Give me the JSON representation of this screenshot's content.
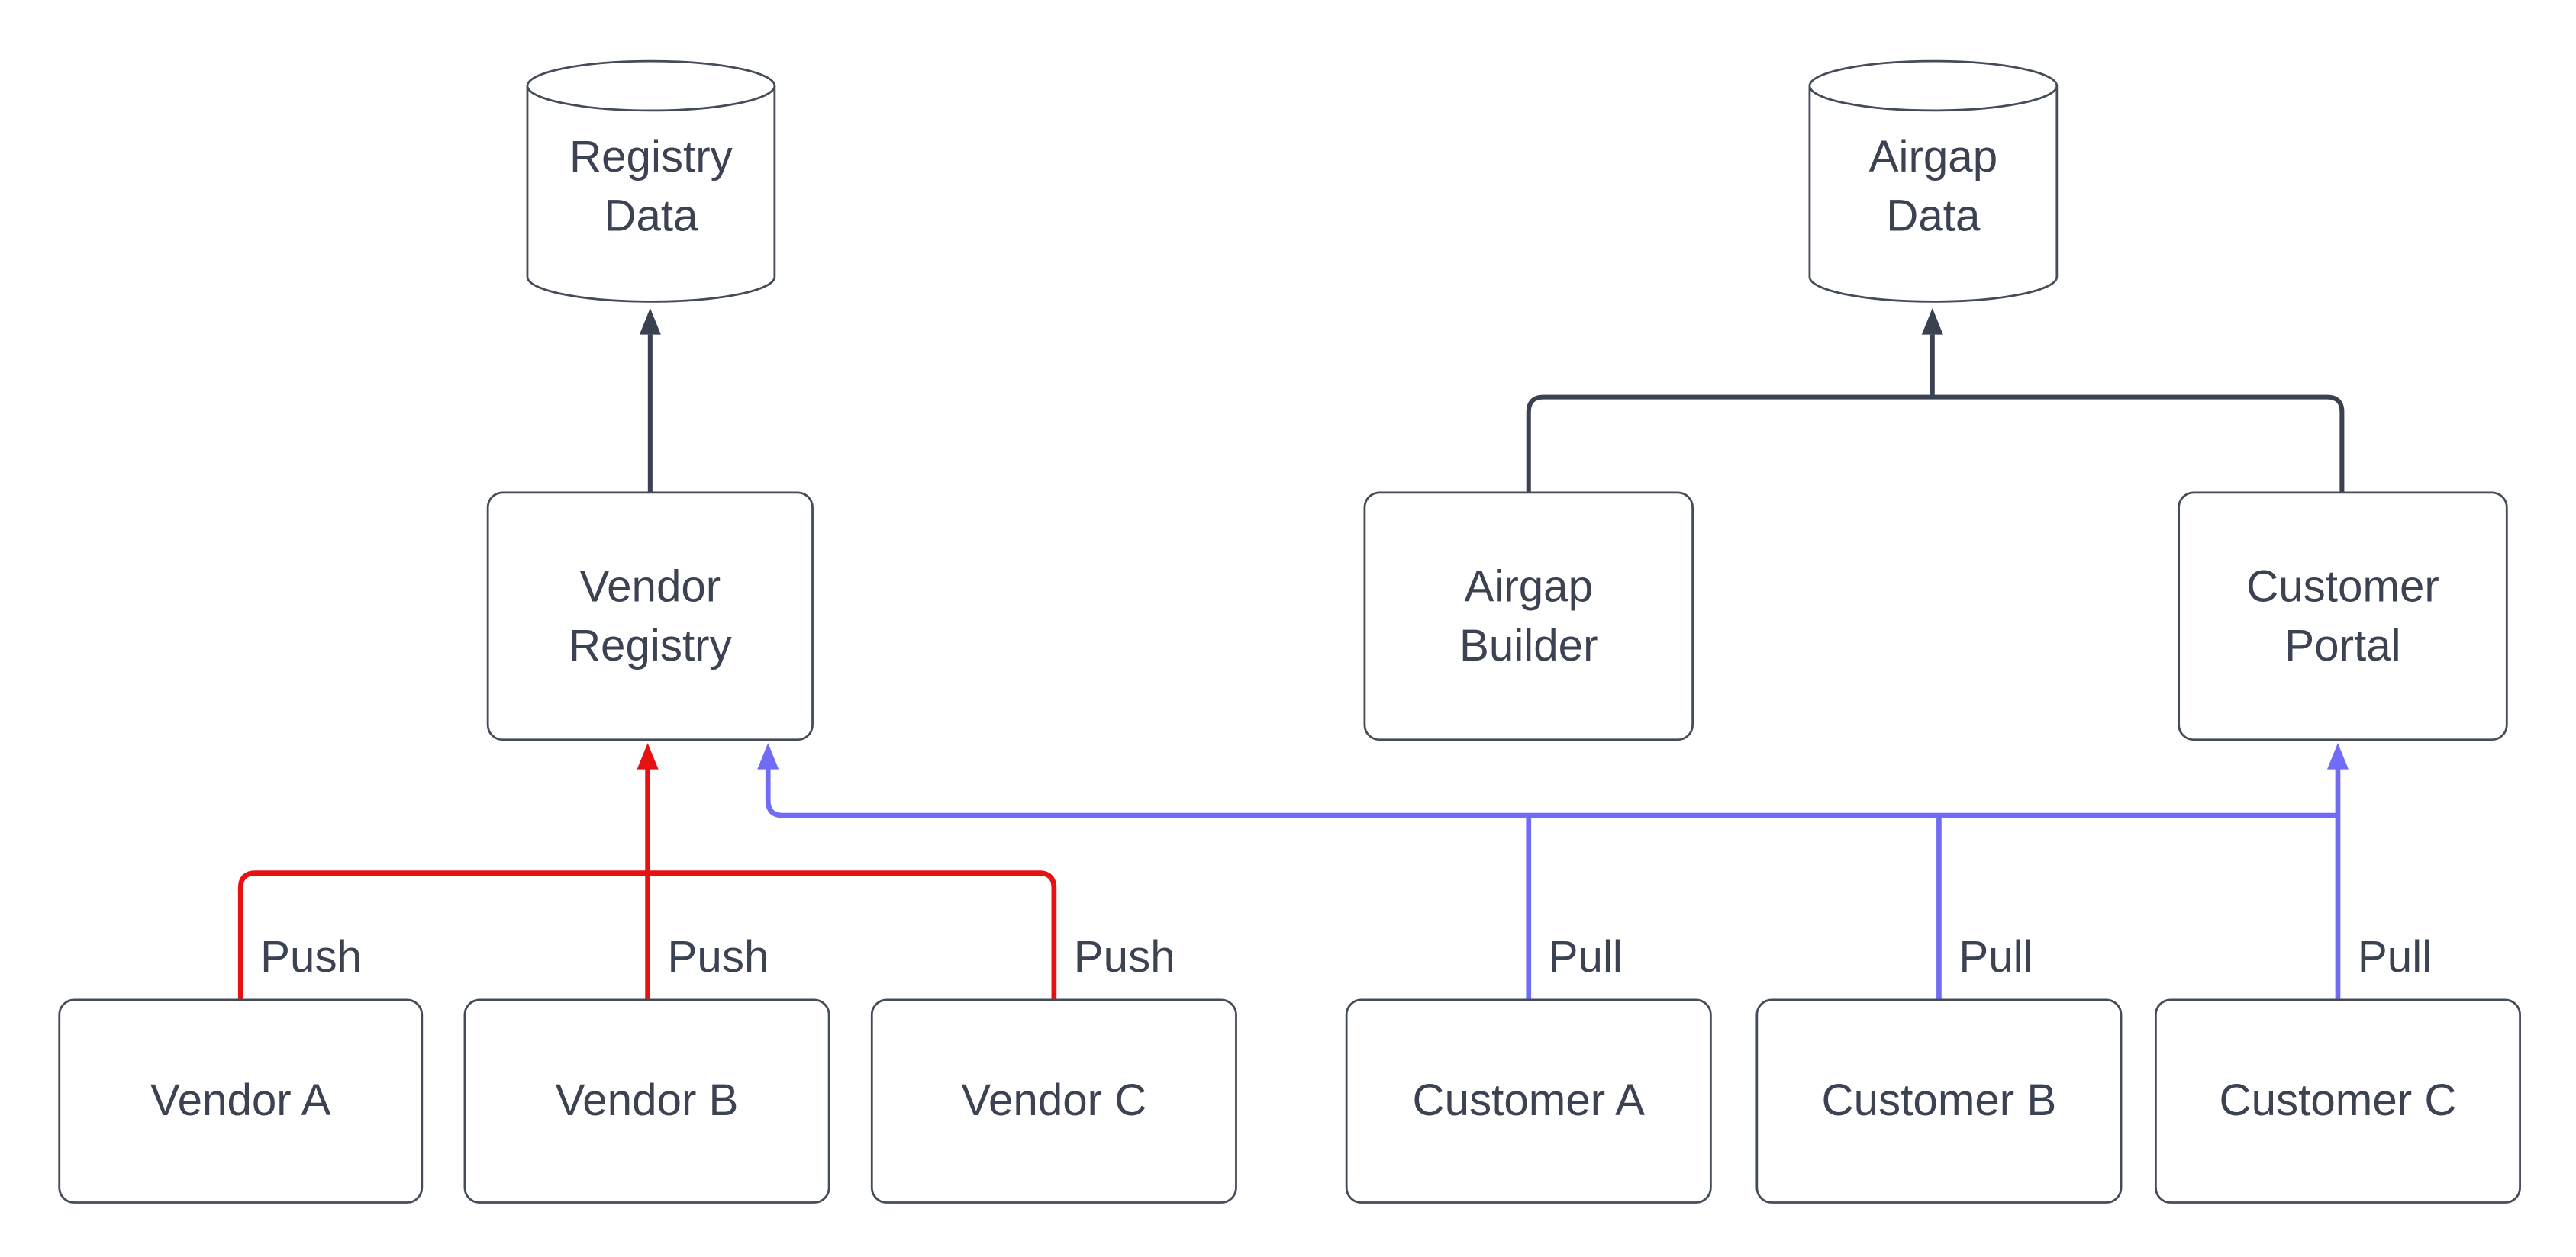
{
  "colors": {
    "dark": "#3a4150",
    "red": "#e81111",
    "blue": "#716cf5",
    "border": "#454c59",
    "text": "#3b4252",
    "background": "#ffffff"
  },
  "nodes": {
    "registry_data": {
      "type": "cylinder",
      "lines": [
        "Registry",
        "Data"
      ]
    },
    "airgap_data": {
      "type": "cylinder",
      "lines": [
        "Airgap",
        "Data"
      ]
    },
    "vendor_registry": {
      "type": "box",
      "lines": [
        "Vendor",
        "Registry"
      ]
    },
    "airgap_builder": {
      "type": "box",
      "lines": [
        "Airgap",
        "Builder"
      ]
    },
    "customer_portal": {
      "type": "box",
      "lines": [
        "Customer",
        "Portal"
      ]
    },
    "vendor_a": {
      "type": "box",
      "lines": [
        "Vendor A"
      ]
    },
    "vendor_b": {
      "type": "box",
      "lines": [
        "Vendor B"
      ]
    },
    "vendor_c": {
      "type": "box",
      "lines": [
        "Vendor C"
      ]
    },
    "customer_a": {
      "type": "box",
      "lines": [
        "Customer A"
      ]
    },
    "customer_b": {
      "type": "box",
      "lines": [
        "Customer B"
      ]
    },
    "customer_c": {
      "type": "box",
      "lines": [
        "Customer C"
      ]
    }
  },
  "edges": [
    {
      "from": "vendor_registry",
      "to": "registry_data",
      "color": "dark",
      "label": ""
    },
    {
      "from": "airgap_builder",
      "to": "airgap_data",
      "color": "dark",
      "label": ""
    },
    {
      "from": "customer_portal",
      "to": "airgap_data",
      "color": "dark",
      "label": ""
    },
    {
      "from": "vendor_a",
      "to": "vendor_registry",
      "color": "red",
      "label": "Push"
    },
    {
      "from": "vendor_b",
      "to": "vendor_registry",
      "color": "red",
      "label": "Push"
    },
    {
      "from": "vendor_c",
      "to": "vendor_registry",
      "color": "red",
      "label": "Push"
    },
    {
      "from": "customer_a",
      "to": "vendor_registry",
      "color": "blue",
      "label": "Pull"
    },
    {
      "from": "customer_b",
      "to": "vendor_registry",
      "color": "blue",
      "label": "Pull"
    },
    {
      "from": "customer_c",
      "to": "customer_portal",
      "color": "blue",
      "label": "Pull"
    }
  ]
}
